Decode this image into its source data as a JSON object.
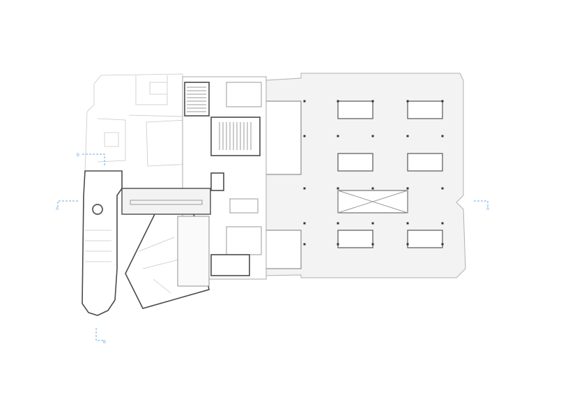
{
  "drawing": {
    "type": "architectural floor plan",
    "section_markers": [
      {
        "id": "section-a-left",
        "label": "A"
      },
      {
        "id": "section-a-right",
        "label": "A"
      },
      {
        "id": "section-b-top",
        "label": "B"
      },
      {
        "id": "section-b-bottom",
        "label": "B"
      }
    ],
    "colors": {
      "walls": "#4a4a4a",
      "existing": "#c8c8c8",
      "floor": "#f3f3f3",
      "section_line": "#6aaee8"
    }
  }
}
